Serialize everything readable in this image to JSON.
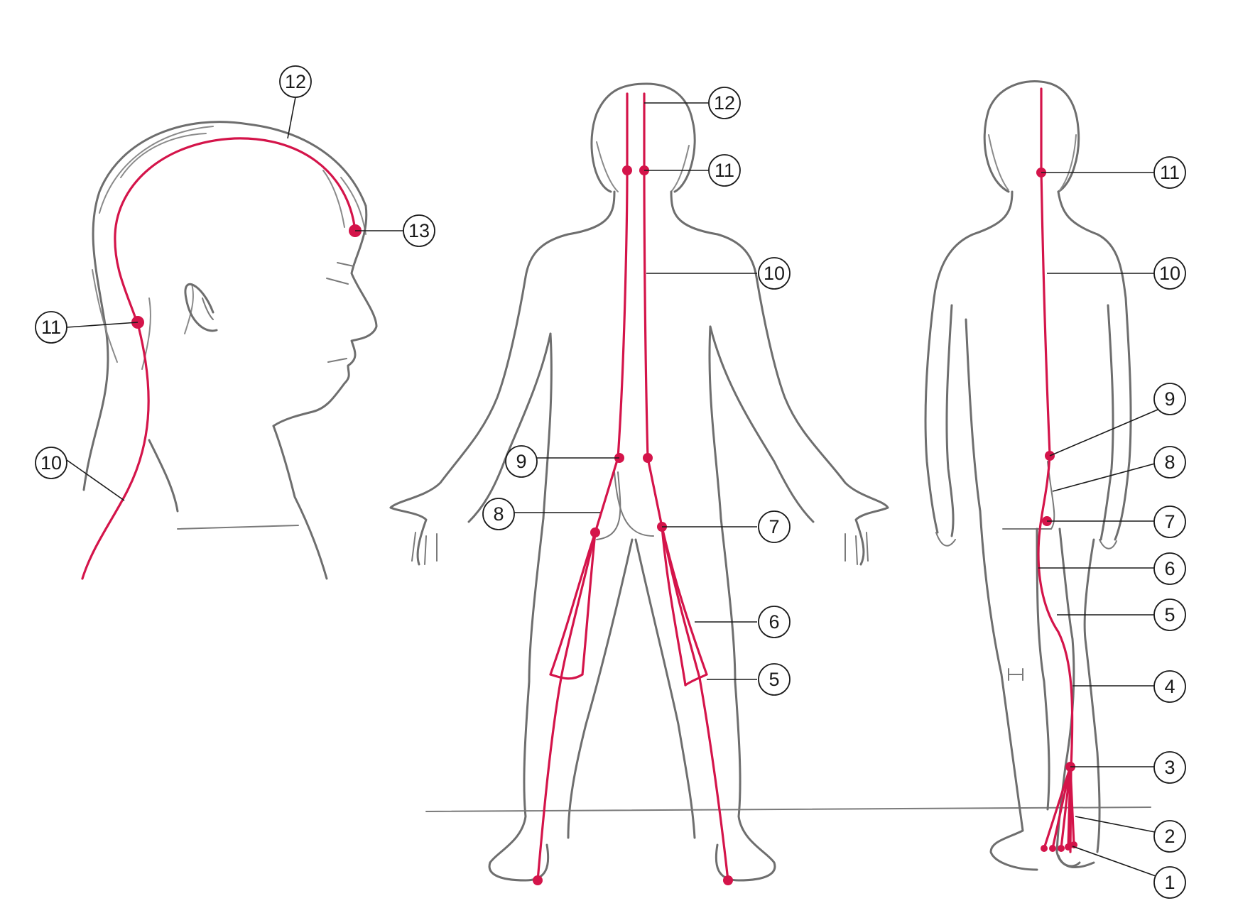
{
  "colors": {
    "meridian": "#d4144a",
    "outline": "#6e6e6e",
    "label": "#1a1a1a"
  },
  "head_view": {
    "labels": [
      "12",
      "13",
      "11",
      "10"
    ]
  },
  "back_view": {
    "labels": [
      "12",
      "11",
      "10",
      "9",
      "8",
      "7",
      "6",
      "5"
    ]
  },
  "side_view": {
    "labels": [
      "11",
      "10",
      "9",
      "8",
      "7",
      "6",
      "5",
      "4",
      "3",
      "2",
      "1"
    ]
  }
}
